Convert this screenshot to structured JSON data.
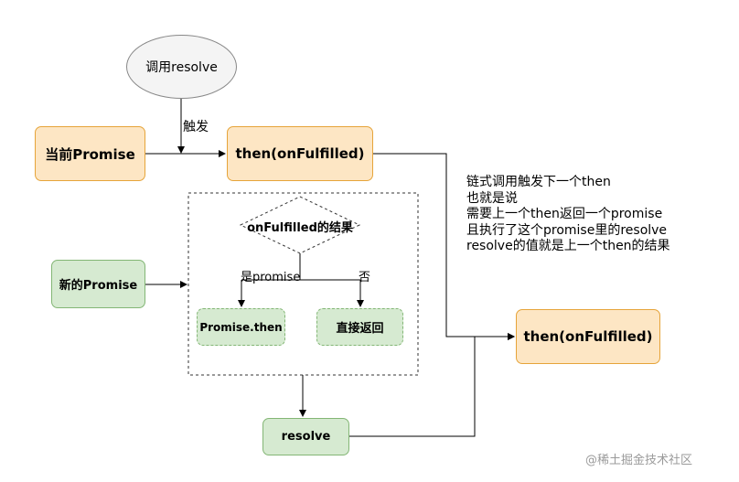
{
  "nodes": {
    "start": "调用resolve",
    "current_promise": "当前Promise",
    "then_top": "then(onFulfilled)",
    "decision": "onFulfilled的结果",
    "new_promise": "新的Promise",
    "promise_then": "Promise.then",
    "direct_return": "直接返回",
    "resolve": "resolve",
    "then_right": "then(onFulfilled)"
  },
  "edge_labels": {
    "trigger": "触发",
    "yes": "是promise",
    "no": "否"
  },
  "note": [
    "链式调用触发下一个then",
    "也就是说",
    "需要上一个then返回一个promise",
    "且执行了这个promise里的resolve",
    "resolve的值就是上一个then的结果"
  ],
  "watermark": "@稀土掘金技术社区",
  "colors": {
    "orange_fill": "#fde6c4",
    "orange_border": "#e6a43a",
    "green_fill": "#d6ead1",
    "green_border": "#83b675",
    "ellipse_fill": "#f4f4f4"
  }
}
